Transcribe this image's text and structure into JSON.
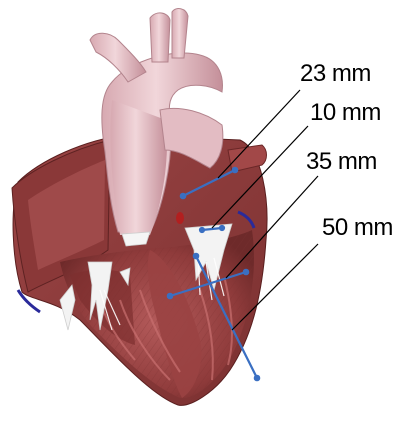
{
  "measurements": [
    {
      "id": "m1",
      "label": "23 mm"
    },
    {
      "id": "m2",
      "label": "10 mm"
    },
    {
      "id": "m3",
      "label": "35 mm"
    },
    {
      "id": "m4",
      "label": "50 mm"
    }
  ],
  "colors": {
    "myocardium": "#8a3a3a",
    "myocardium_light": "#b86060",
    "endocardium": "#a64848",
    "aorta": "#e8c7cc",
    "aorta_shade": "#c99aa3",
    "valve": "#f1f1f1",
    "measure_line": "#3a6fc2",
    "leader_line": "#000000"
  }
}
